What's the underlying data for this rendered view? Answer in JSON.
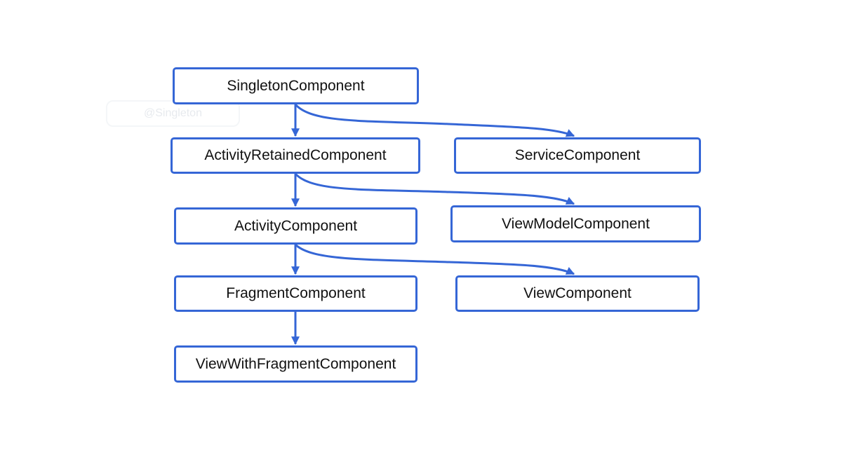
{
  "watermark": "@Singleton",
  "nodes": {
    "singleton": "SingletonComponent",
    "activity_retained": "ActivityRetainedComponent",
    "activity": "ActivityComponent",
    "fragment": "FragmentComponent",
    "view_with_fragment": "ViewWithFragmentComponent",
    "service": "ServiceComponent",
    "view_model": "ViewModelComponent",
    "view": "ViewComponent"
  },
  "edges": [
    {
      "from": "SingletonComponent",
      "to": "ActivityRetainedComponent"
    },
    {
      "from": "SingletonComponent",
      "to": "ServiceComponent"
    },
    {
      "from": "ActivityRetainedComponent",
      "to": "ActivityComponent"
    },
    {
      "from": "ActivityRetainedComponent",
      "to": "ViewModelComponent"
    },
    {
      "from": "ActivityComponent",
      "to": "FragmentComponent"
    },
    {
      "from": "ActivityComponent",
      "to": "ViewComponent"
    },
    {
      "from": "FragmentComponent",
      "to": "ViewWithFragmentComponent"
    }
  ],
  "colors": {
    "accent": "#3566d6",
    "text": "#111111",
    "background": "#ffffff"
  }
}
